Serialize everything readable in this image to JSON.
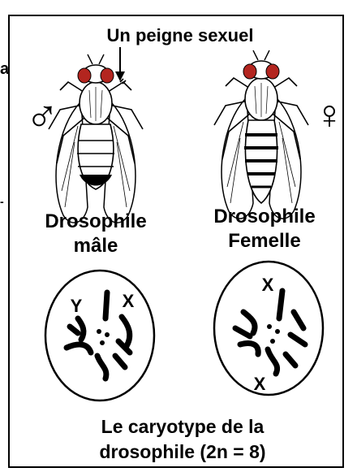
{
  "comb_label": "Un peigne sexuel",
  "male": {
    "symbol": "♂",
    "name_line1": "Drosophile",
    "name_line2": "mâle",
    "chromosomes": [
      "Y",
      "X"
    ]
  },
  "female": {
    "symbol": "♀",
    "name_line1": "Drosophile",
    "name_line2": "Femelle",
    "chromosomes": [
      "X",
      "X"
    ]
  },
  "caption_line1": "Le caryotype de la",
  "caption_line2": "drosophile (2n = 8)",
  "edge_fragments": [
    "a",
    "-"
  ],
  "colors": {
    "eye": "#b3251f",
    "ink": "#000000",
    "background": "#ffffff"
  }
}
